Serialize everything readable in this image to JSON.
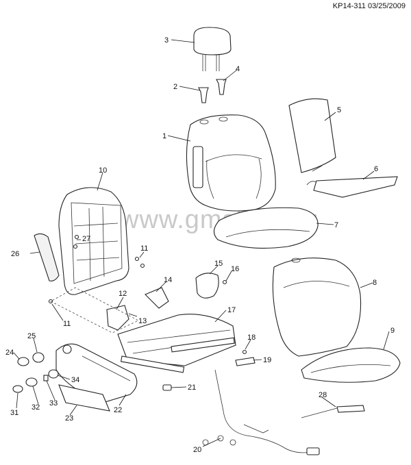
{
  "doc_id": "KP14-311 03/25/2009",
  "watermark": "www.gmsklad.ru",
  "callouts": {
    "c1": "1",
    "c2": "2",
    "c3": "3",
    "c4": "4",
    "c5": "5",
    "c6": "6",
    "c7": "7",
    "c8": "8",
    "c9": "9",
    "c10": "10",
    "c11a": "11",
    "c11b": "11",
    "c12": "12",
    "c13": "13",
    "c14": "14",
    "c15": "15",
    "c16": "16",
    "c17": "17",
    "c18": "18",
    "c19": "19",
    "c20": "20",
    "c21": "21",
    "c22": "22",
    "c23": "23",
    "c24": "24",
    "c25": "25",
    "c26": "26",
    "c27": "27",
    "c28": "28",
    "c31": "31",
    "c32": "32",
    "c33": "33",
    "c34": "34"
  }
}
